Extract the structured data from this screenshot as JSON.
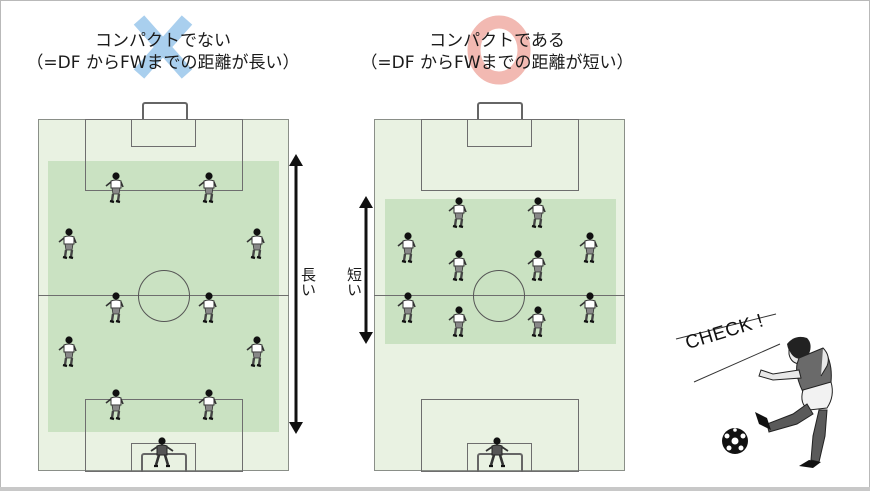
{
  "diagrams": [
    {
      "id": "not-compact",
      "title_line1": "コンパクトでない",
      "title_line2": "（=DF からFWまでの距離が長い）",
      "mark": "cross",
      "mark_color": "#a9cfee",
      "distance_label": "長い",
      "outfield_players": 10,
      "goalkeeper": 1
    },
    {
      "id": "compact",
      "title_line1": "コンパクトである",
      "title_line2": "（=DF からFWまでの距離が短い）",
      "mark": "circle",
      "mark_color": "#f2b9b2",
      "distance_label": "短い",
      "outfield_players": 10,
      "goalkeeper": 1
    }
  ],
  "callout": {
    "text": "CHECK !",
    "icon": "soccer-player-kicking-ball"
  },
  "colors": {
    "pitch": "#e9f2e2",
    "team_zone": "#c6e0bf",
    "lines": "#6e6e6e",
    "arrow": "#111111"
  }
}
